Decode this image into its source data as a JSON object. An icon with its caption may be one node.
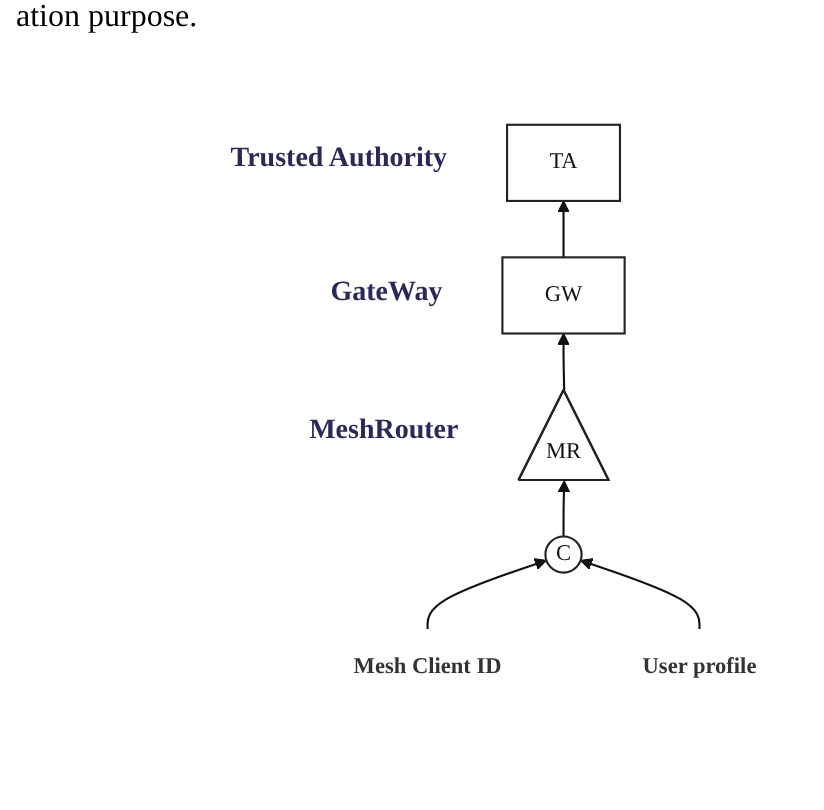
{
  "diagram": {
    "nodes": [
      {
        "text": [
          "TA"
        ],
        "beside": [
          "Trusted Authority"
        ]
      },
      {
        "text": [
          "GW"
        ],
        "beside": [
          "GateWay"
        ]
      },
      {
        "text": [
          "MR"
        ],
        "beside": [
          "MeshRouter"
        ]
      },
      {
        "text": [
          "C"
        ]
      },
      {
        "text": [
          "Mesh Client ID"
        ]
      },
      {
        "text": [
          "User profile"
        ]
      }
    ],
    "edges": [
      {
        "from": 1,
        "to": 0,
        "arrow": "to"
      },
      {
        "from": 2,
        "to": 1,
        "arrow": "to"
      },
      {
        "from": 3,
        "to": 2,
        "arrow": "to"
      },
      {
        "from": 4,
        "to": 3,
        "arrow": "to"
      },
      {
        "from": 5,
        "to": 3,
        "arrow": "to"
      }
    ],
    "labels": [
      "ation purpose."
    ]
  }
}
